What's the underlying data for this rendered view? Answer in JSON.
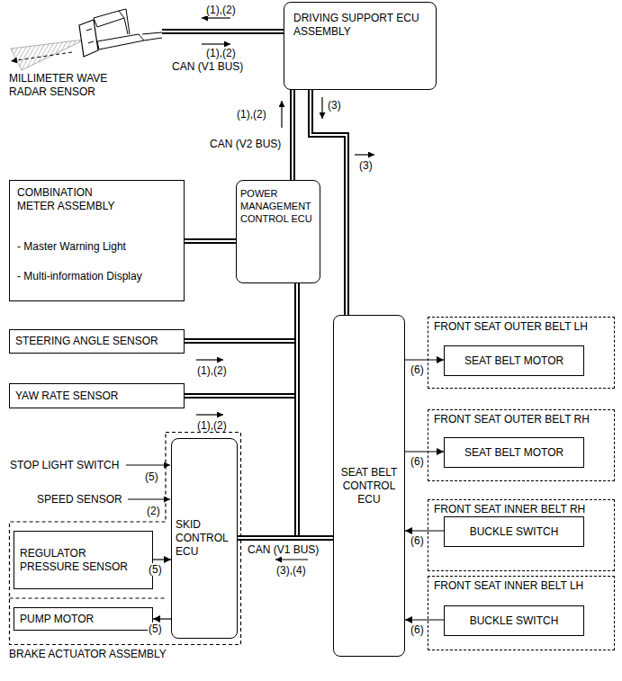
{
  "diagram": {
    "nodes": [
      {
        "text": [
          "MILLIMETER WAVE RADAR SENSOR"
        ]
      },
      {
        "text": [
          "DRIVING SUPPORT ECU ASSEMBLY"
        ]
      },
      {
        "text": [
          "COMBINATION METER ASSEMBLY",
          "- Master Warning Light",
          "- Multi-information Display"
        ]
      },
      {
        "text": [
          "POWER MANAGEMENT CONTROL ECU"
        ]
      },
      {
        "text": [
          "STEERING ANGLE SENSOR"
        ]
      },
      {
        "text": [
          "YAW RATE SENSOR"
        ]
      },
      {
        "text": [
          "BRAKE ACTUATOR ASSEMBLY"
        ]
      },
      {
        "text": [
          "SKID CONTROL ECU"
        ],
        "in": 6
      },
      {
        "text": [
          "REGULATOR PRESSURE SENSOR"
        ],
        "in": 6
      },
      {
        "text": [
          "PUMP MOTOR"
        ],
        "in": 6
      },
      {
        "text": [
          "SEAT BELT CONTROL ECU"
        ]
      },
      {
        "text": [
          "FRONT SEAT OUTER BELT LH"
        ]
      },
      {
        "text": [
          "SEAT BELT MOTOR"
        ],
        "in": 11
      },
      {
        "text": [
          "FRONT SEAT OUTER BELT RH"
        ]
      },
      {
        "text": [
          "SEAT BELT MOTOR"
        ],
        "in": 13
      },
      {
        "text": [
          "FRONT SEAT INNER BELT RH"
        ]
      },
      {
        "text": [
          "BUCKLE SWITCH"
        ],
        "in": 15
      },
      {
        "text": [
          "FRONT SEAT INNER BELT LH"
        ]
      },
      {
        "text": [
          "BUCKLE SWITCH"
        ],
        "in": 17
      }
    ],
    "edges": [
      {
        "from": 0,
        "to": 1,
        "arrow": "none"
      },
      {
        "from": 1,
        "to": 3,
        "arrow": "none"
      },
      {
        "from": 1,
        "to": 10,
        "arrow": "none"
      },
      {
        "from": 2,
        "to": 3,
        "arrow": "none"
      },
      {
        "from": 4,
        "to": 3,
        "arrow": "none"
      },
      {
        "from": 5,
        "to": 3,
        "arrow": "none"
      },
      {
        "from": 3,
        "to": 7,
        "arrow": "none"
      },
      {
        "from": 7,
        "to": 10,
        "arrow": "none"
      },
      {
        "from": 10,
        "to": 12,
        "arrow": "to",
        "label": "(6)"
      },
      {
        "from": 10,
        "to": 14,
        "arrow": "to",
        "label": "(6)"
      },
      {
        "from": 16,
        "to": 10,
        "arrow": "to",
        "label": "(6)"
      },
      {
        "from": 18,
        "to": 10,
        "arrow": "to",
        "label": "(6)"
      },
      {
        "from": 8,
        "to": 7,
        "arrow": "to",
        "label": "(5)"
      },
      {
        "from": 7,
        "to": 9,
        "arrow": "to",
        "label": "(5)"
      }
    ],
    "labels": [
      "(1),(2)",
      "(1),(2)",
      "CAN (V1 BUS)",
      "(1),(2)",
      "(3)",
      "CAN (V2 BUS)",
      "(3)",
      "(1),(2)",
      "(1),(2)",
      "STOP LIGHT SWITCH",
      "(5)",
      "SPEED SENSOR",
      "(2)",
      "CAN (V1 BUS)",
      "(3),(4)"
    ]
  }
}
